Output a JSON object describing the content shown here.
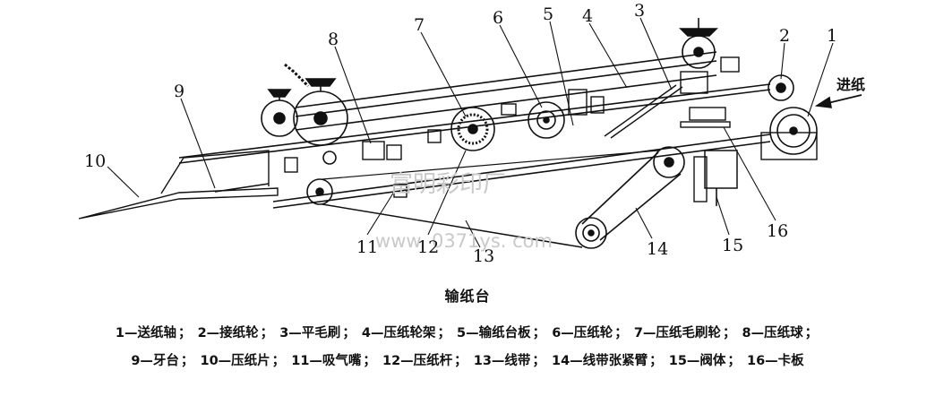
{
  "diagram": {
    "title": "输纸台",
    "feed_label": "进纸",
    "watermark_cn": "富明彩印厂",
    "watermark_url": "www. 0371ys. com",
    "callouts": [
      "1",
      "2",
      "3",
      "4",
      "5",
      "6",
      "7",
      "8",
      "9",
      "10",
      "11",
      "12",
      "13",
      "14",
      "15",
      "16"
    ]
  },
  "legend": {
    "line1": [
      "1—送纸轴",
      "2—接纸轮",
      "3—平毛刷",
      "4—压纸轮架",
      "5—输纸台板",
      "6—压纸轮",
      "7—压纸毛刷轮",
      "8—压纸球"
    ],
    "line2": [
      "9—牙台",
      "10—压纸片",
      "11—吸气嘴",
      "12—压纸杆",
      "13—线带",
      "14—线带张紧臂",
      "15—阀体",
      "16—卡板"
    ]
  }
}
